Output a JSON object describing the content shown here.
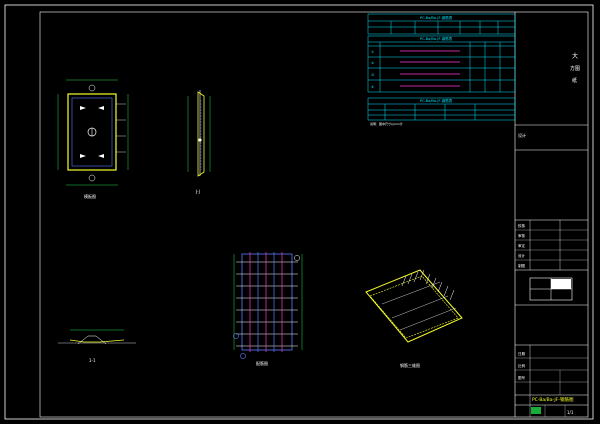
{
  "app": {
    "window_title": "CAD drawing viewport"
  },
  "title_block": {
    "side_label_chars": [
      "大",
      "方",
      "图",
      "纸"
    ],
    "drawing_title": "PC-Ba/Ba-JF-钢筋图",
    "code_cell": "设计",
    "page_number": "1/1",
    "small_cells": [
      "校核",
      "审核",
      "审定",
      "设计",
      "制图",
      "日期",
      "比例",
      "图号"
    ]
  },
  "tables": {
    "table1_title": "PC-Ba/Ba-JF-钢筋表",
    "table2_title": "PC-Ba/Ba-JF-钢筋表",
    "table3_title": "PC-Ba/Ba-JF-钢筋表",
    "row_labels": [
      "①",
      "②",
      "③",
      "④"
    ],
    "notes_label": "说明：图中尺寸以mm计"
  },
  "view_labels": {
    "plan": "模板图",
    "section_j": "J-J",
    "section_1": "1-1",
    "rebar_plan": "配筋图",
    "iso_view": "钢筋三维图"
  },
  "colors": {
    "background": "#000000",
    "frame": "#ffffff",
    "table_cyan": "#00e5ff",
    "panel_yellow": "#f7ff2a",
    "dim_green": "#22d64a",
    "rebar_blue": "#5b7bff",
    "rebar_magenta": "#ff35d6",
    "label_white": "#ffffff"
  }
}
